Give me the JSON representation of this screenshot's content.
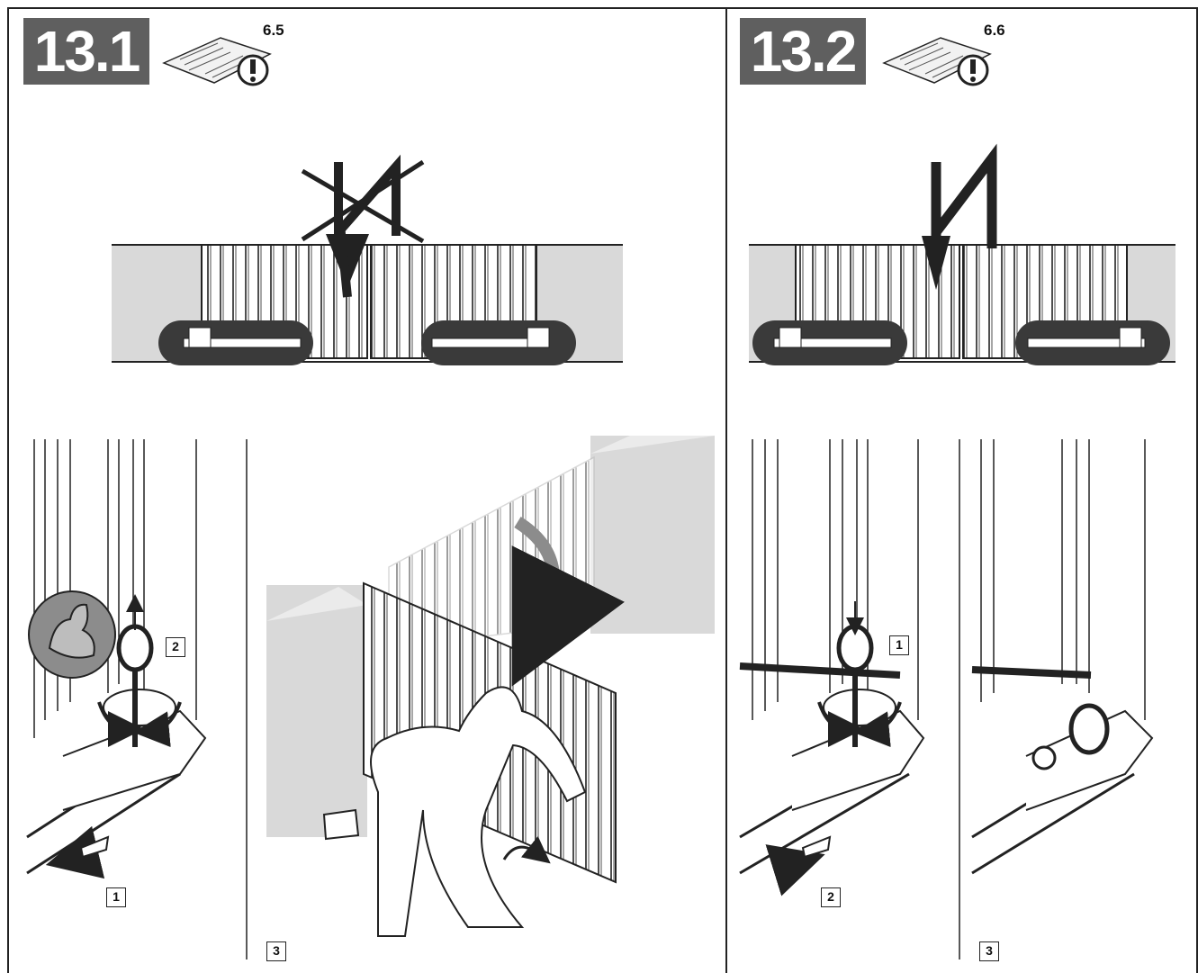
{
  "panels": [
    {
      "step": "13.1",
      "manual_ref": "6.5",
      "callouts": [
        "1",
        "2",
        "3"
      ]
    },
    {
      "step": "13.2",
      "manual_ref": "6.6",
      "callouts": [
        "1",
        "2",
        "3"
      ]
    }
  ],
  "icons": {
    "manual": "manual-book-icon",
    "warning": "exclamation-circle-icon",
    "power_crossed": "power-off-crossed-icon",
    "power": "power-lightning-icon",
    "strength": "arm-strength-icon"
  },
  "colors": {
    "badge": "#5f5f5f",
    "wall": "#d9d9d9",
    "highlight": "#3a3a3a",
    "line": "#222222"
  }
}
